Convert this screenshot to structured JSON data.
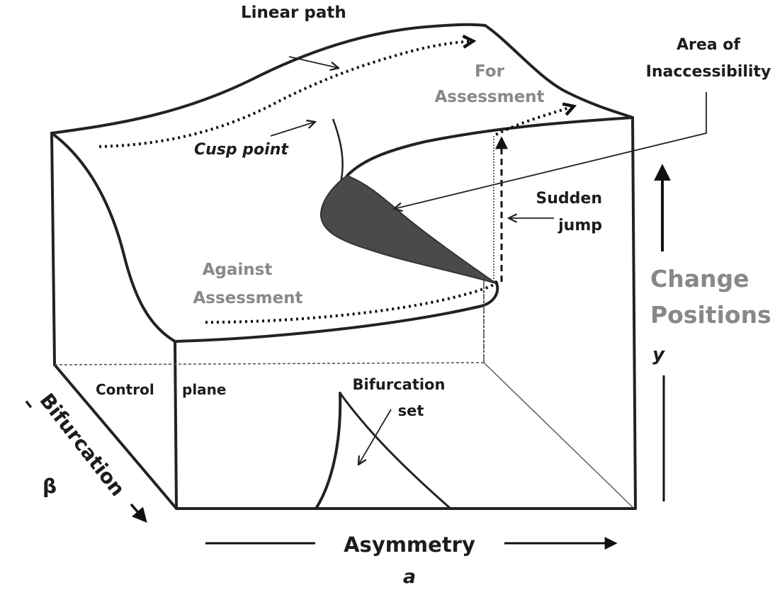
{
  "diagram": {
    "title": "Cusp catastrophe model",
    "labels": {
      "linear_path": "Linear path",
      "for_assessment_1": "For",
      "for_assessment_2": "Assessment",
      "area_inaccessibility_1": "Area of",
      "area_inaccessibility_2": "Inaccessibility",
      "cusp_point": "Cusp point",
      "sudden_jump_1": "Sudden",
      "sudden_jump_2": "jump",
      "against_assessment_1": "Against",
      "against_assessment_2": "Assessment",
      "change_positions_1": "Change",
      "change_positions_2": "Positions",
      "y_symbol": "y",
      "control_plane_1": "Control",
      "control_plane_2": "plane",
      "bifurcation_set_1": "Bifurcation",
      "bifurcation_set_2": "set",
      "bifurcation_axis": "Bifurcation",
      "bifurcation_minus": "–",
      "beta_symbol": "β",
      "asymmetry_axis": "Asymmetry",
      "alpha_symbol": "a"
    },
    "colors": {
      "line": "#222222",
      "text": "#1c1c1c",
      "text_muted": "#888888",
      "fold_fill": "#4a4a4a",
      "background": "#ffffff"
    }
  }
}
